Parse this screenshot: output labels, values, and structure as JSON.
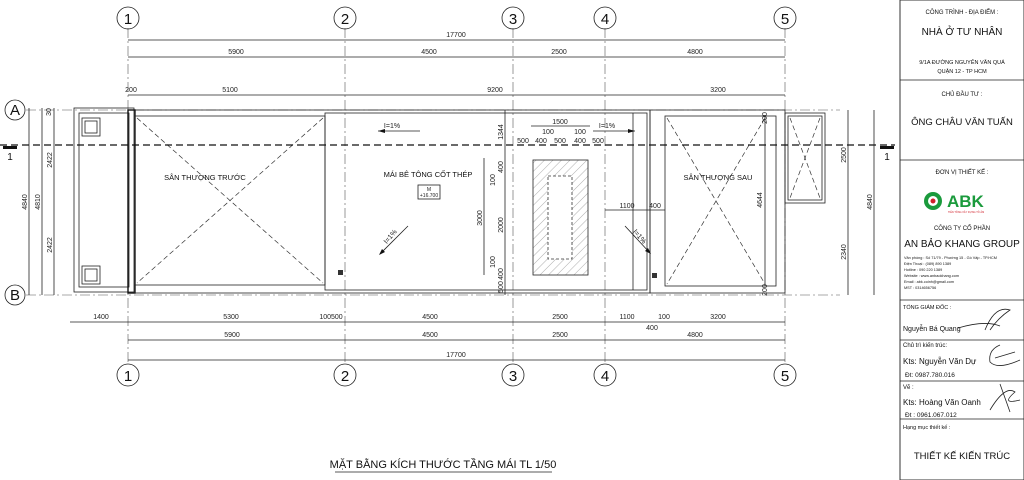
{
  "drawing": {
    "title": "MẶT BẰNG KÍCH THƯỚC TẦNG MÁI TL 1/50",
    "grid_columns": [
      "1",
      "2",
      "3",
      "4",
      "5"
    ],
    "grid_rows": [
      "A",
      "B"
    ],
    "section_mark": "1",
    "rooms": {
      "front_terrace": "SÂN THƯỢNG TRƯỚC",
      "rear_terrace": "SÂN THƯỢNG SAU",
      "concrete_roof": "MÁI BÊ TÔNG CỐT THÉP",
      "level_mark": "M",
      "level_value": "+16.700"
    },
    "slopes": [
      "I=1%",
      "I=1%",
      "I=1%",
      "I=1%"
    ],
    "dims_top": {
      "overall": "17700",
      "row2": [
        "5900",
        "4500",
        "2500",
        "4800"
      ],
      "row3": [
        "200",
        "5100",
        "9200",
        "3200"
      ]
    },
    "dims_bottom": {
      "row1": [
        "1400",
        "5300",
        "100500",
        "4500",
        "2500",
        "1100",
        "400",
        "100",
        "3200"
      ],
      "row2": [
        "5900",
        "4500",
        "2500",
        "4800"
      ],
      "overall": "17700"
    },
    "dims_left": [
      "30",
      "2422",
      "2422",
      "4810",
      "4840"
    ],
    "dims_right": [
      "2500",
      "2340",
      "4840"
    ],
    "dims_inner": {
      "stair_width": "1500",
      "top_a": [
        "100",
        "100"
      ],
      "top_b": [
        "500",
        "400",
        "500",
        "400",
        "500"
      ],
      "vertical": [
        "1344",
        "400",
        "100",
        "2000",
        "100",
        "400",
        "500",
        "3000"
      ],
      "side": [
        "1100",
        "400"
      ],
      "rear": [
        "200",
        "4644",
        "200"
      ]
    }
  },
  "title_block": {
    "project_label": "CÔNG TRÌNH - ĐỊA ĐIỂM :",
    "project_name": "NHÀ Ở TƯ NHÂN",
    "address_1": "9/1A ĐƯỜNG NGUYỄN VĂN QUÁ",
    "address_2": "QUẬN 12 - TP HCM",
    "owner_label": "CHỦ ĐẦU TƯ :",
    "owner_name": "ÔNG CHÂU VĂN TUẤN",
    "designer_label": "ĐƠN VỊ THIẾT KẾ :",
    "logo_text": "ABK",
    "logo_tagline": "TIÊN TÔNG XÂY DỰNG TỔ ẤM",
    "company_line_1": "CÔNG TY CỔ PHẦN",
    "company_line_2": "AN BẢO KHANG GROUP",
    "contacts": [
      "Văn phòng : Số 71/79 - Phường 15 - Gò Vấp - TP.HCM",
      "Điện Thoại : (089) 890 1389",
      "Hotline : 090 220 1389",
      "Website : www.anbaokhang.com",
      "Email : abk.coinh@gmail.com",
      "MST : 0314656756"
    ],
    "director_label": "TỔNG GIÁM ĐỐC :",
    "director_name": "Nguyễn Bá Quang",
    "architect_label": "Chủ trì kiến trúc:",
    "architect_name": "Kts: Nguyễn Văn Dự",
    "architect_phone": "Đt: 0987.780.016",
    "drafter_label": "Vẽ :",
    "drafter_name": "Kts: Hoàng Văn Oanh",
    "drafter_phone": "Đt : 0961.067.012",
    "category_label": "Hạng mục thiết kế :",
    "category_value": "THIẾT KẾ KIẾN TRÚC",
    "colors": {
      "logo_green": "#1a9a3c",
      "logo_red": "#d0202a"
    }
  }
}
